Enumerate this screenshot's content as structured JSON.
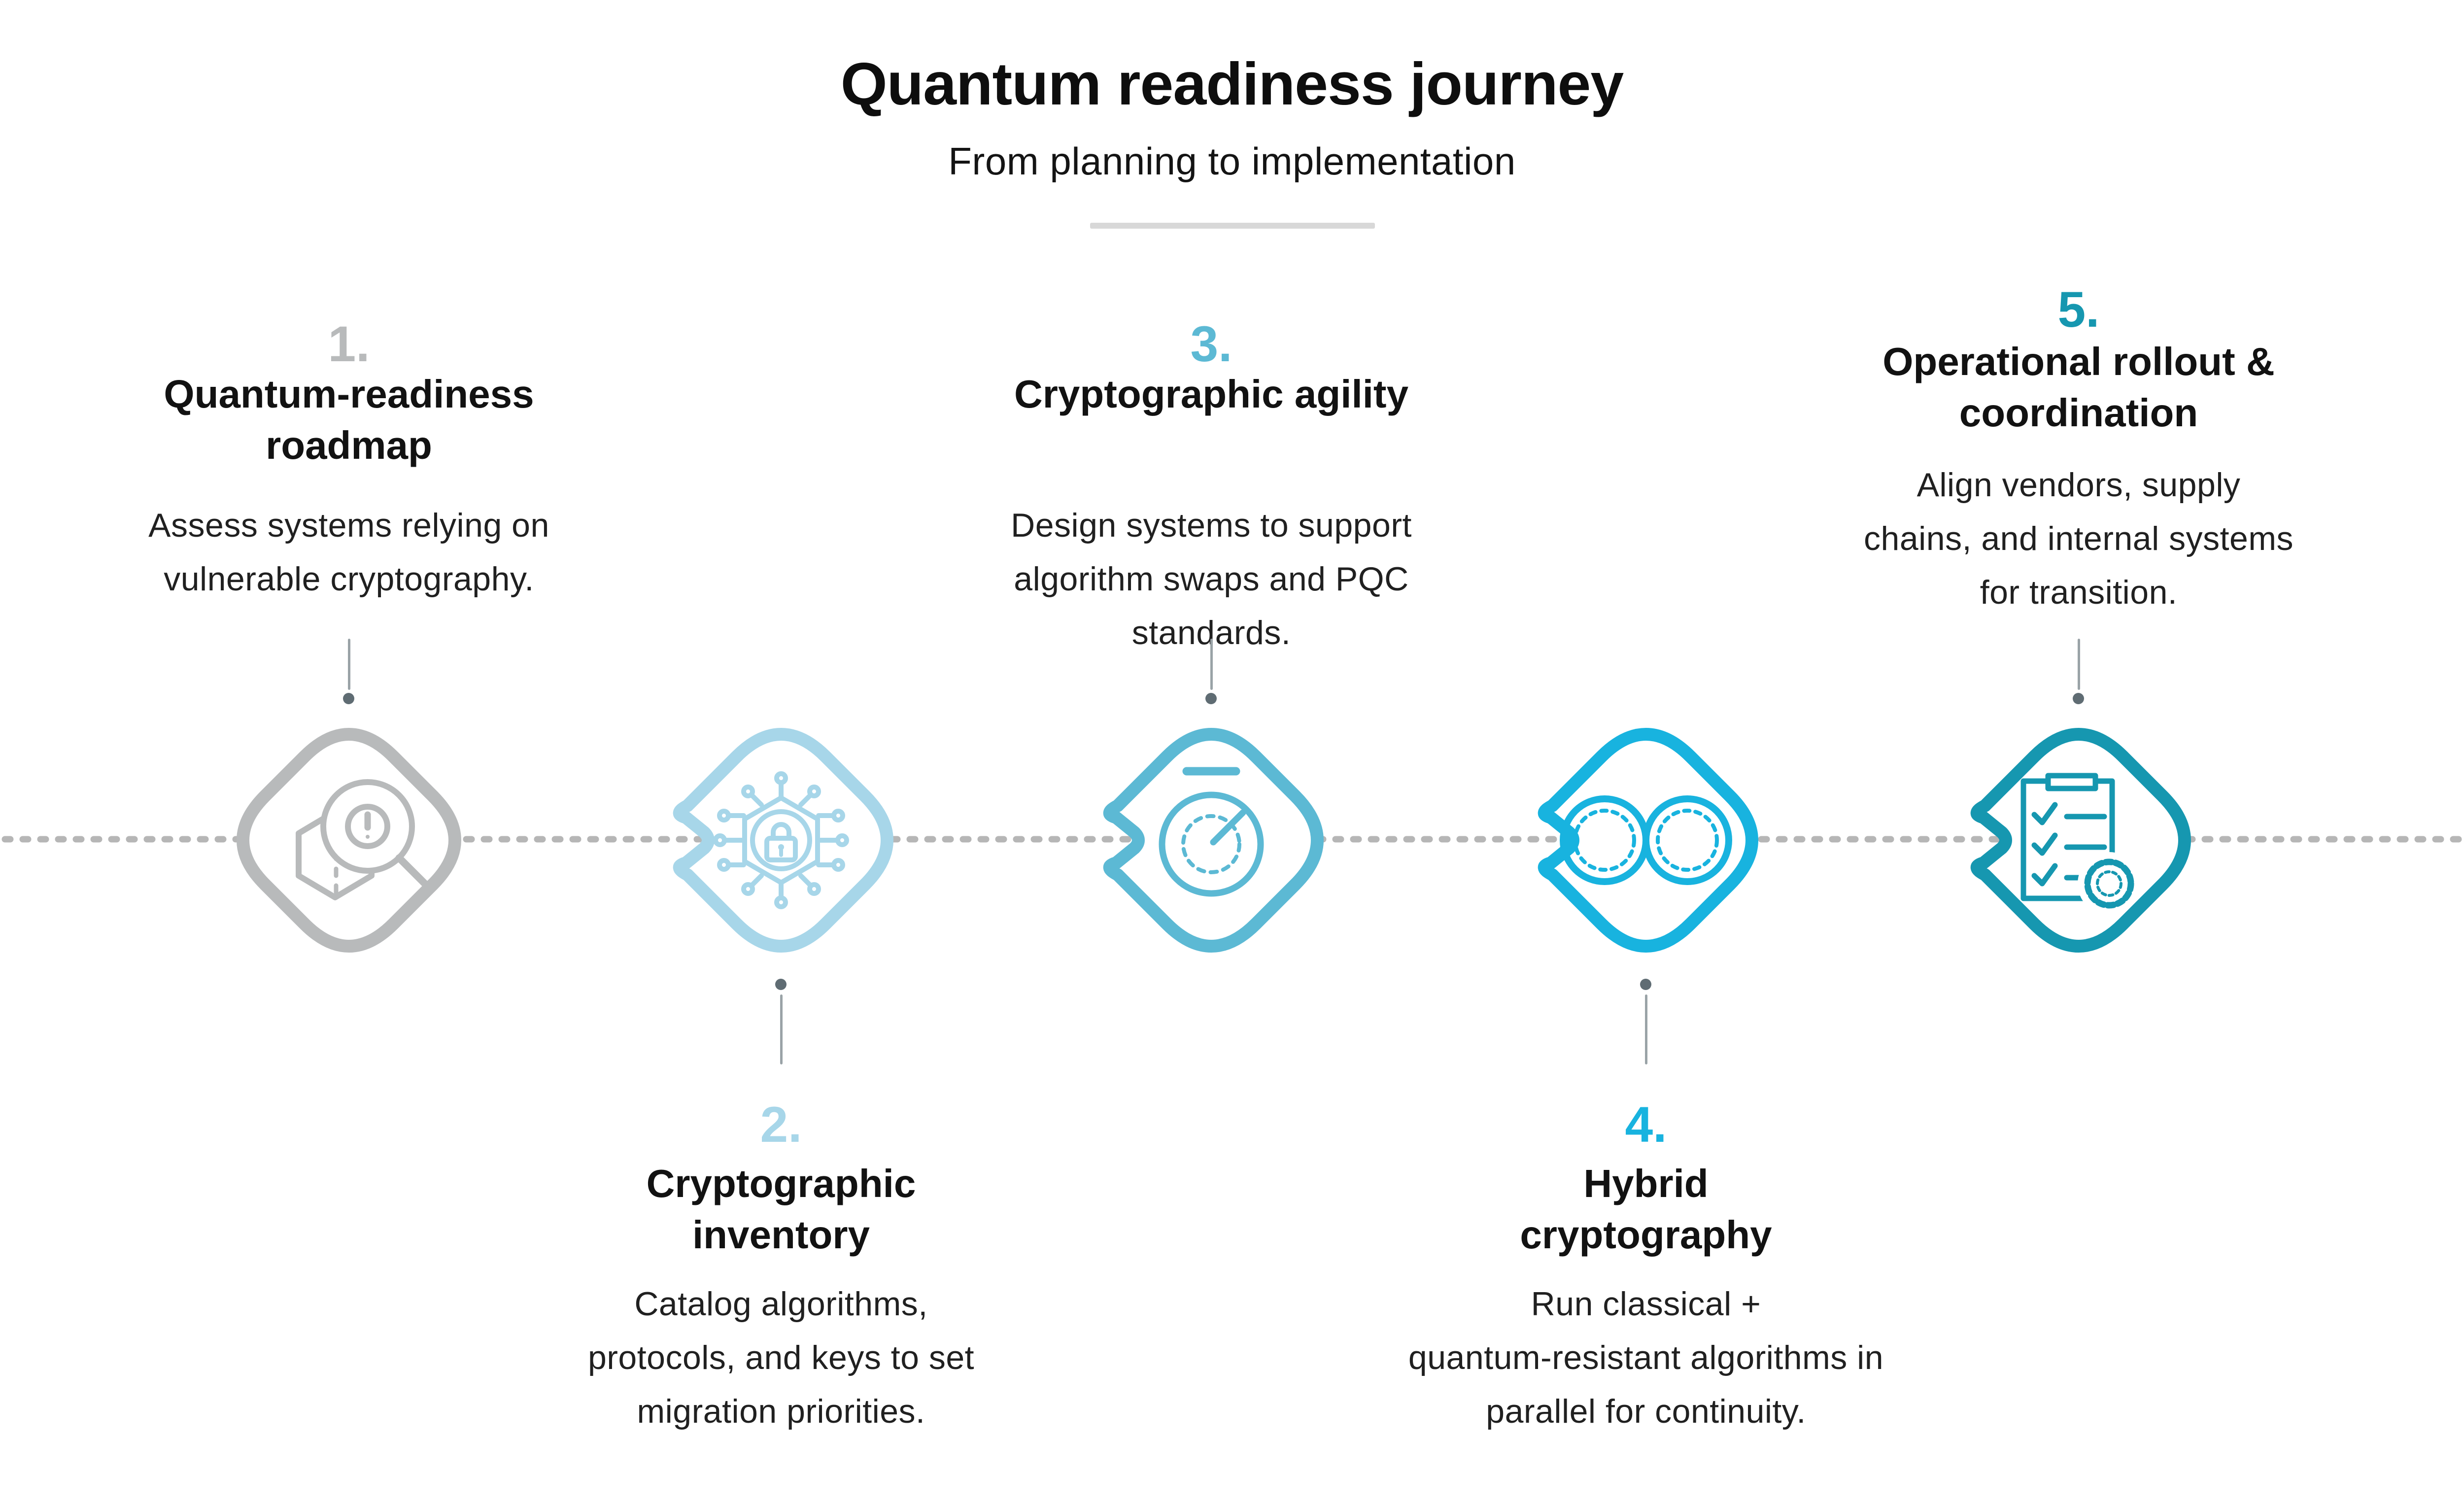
{
  "header": {
    "title": "Quantum readiness journey",
    "subtitle": "From planning to implementation"
  },
  "steps": [
    {
      "number": "1.",
      "title": "Quantum-readiness\nroadmap",
      "description": "Assess systems relying on\nvulnerable cryptography.",
      "color": "#b8babb",
      "icon": "magnifier-alert-hexagon"
    },
    {
      "number": "2.",
      "title": "Cryptographic\ninventory",
      "description": "Catalog algorithms,\nprotocols, and keys to set\nmigration priorities.",
      "color": "#a7d6e9",
      "icon": "encrypted-chip-lock"
    },
    {
      "number": "3.",
      "title": "Cryptographic agility",
      "description": "Design systems to support\nalgorithm swaps and PQC\nstandards.",
      "color": "#5cb9d4",
      "icon": "stopwatch"
    },
    {
      "number": "4.",
      "title": "Hybrid\ncryptography",
      "description": "Run classical +\nquantum-resistant algorithms in\nparallel for continuity.",
      "color": "#18b3df",
      "icon": "infinity-loops"
    },
    {
      "number": "5.",
      "title": "Operational rollout &\ncoordination",
      "description": "Align vendors, supply\nchains, and internal systems\nfor transition.",
      "color": "#1697b0",
      "icon": "checklist-gear"
    }
  ],
  "timeline": {
    "dash_color": "#b6b6b6",
    "connector_line_color": "#9aa3a7",
    "connector_dot_color": "#5f6c73"
  },
  "divider_color": "#d8d8d8"
}
